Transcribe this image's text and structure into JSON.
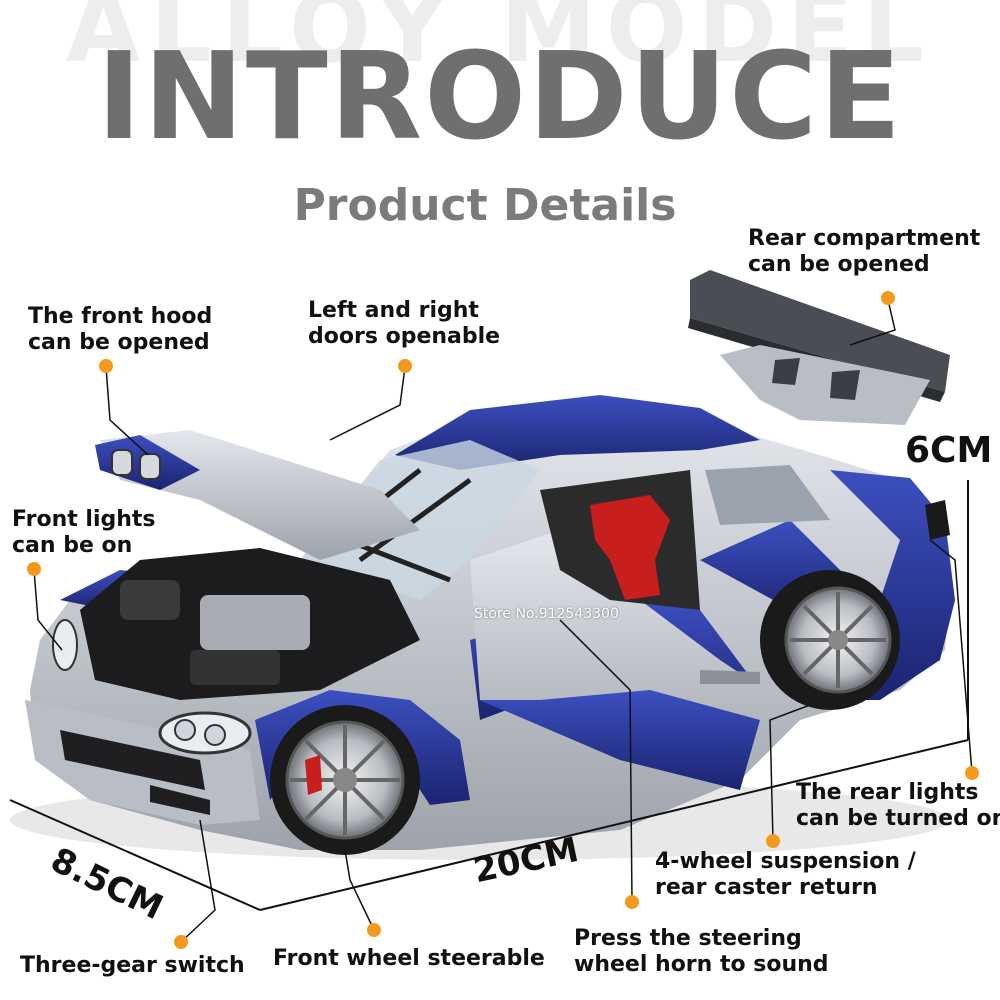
{
  "background_word": "ALLOY MODEL",
  "title": "INTRODUCE",
  "subtitle": "Product Details",
  "watermark": "Store No.912543300",
  "callouts": {
    "rear_compartment": [
      "Rear compartment",
      "can be opened"
    ],
    "front_hood": [
      "The front hood",
      "can be opened"
    ],
    "doors": [
      "Left and right",
      "doors openable"
    ],
    "front_lights": [
      "Front lights",
      "can be on"
    ],
    "rear_lights": [
      "The rear lights",
      "can be turned on"
    ],
    "suspension": [
      "4-wheel suspension /",
      "rear caster return"
    ],
    "horn": [
      "Press the steering",
      "wheel horn to sound"
    ],
    "gear_switch": "Three-gear switch",
    "front_wheel": "Front wheel steerable"
  },
  "dimensions": {
    "height": "6CM",
    "width": "8.5CM",
    "length": "20CM"
  },
  "colors": {
    "accent_dot": "#f39a1e",
    "body_blue": "#2a3a9c",
    "body_silver": "#c8ccd4",
    "seat_red": "#c81e1e"
  }
}
